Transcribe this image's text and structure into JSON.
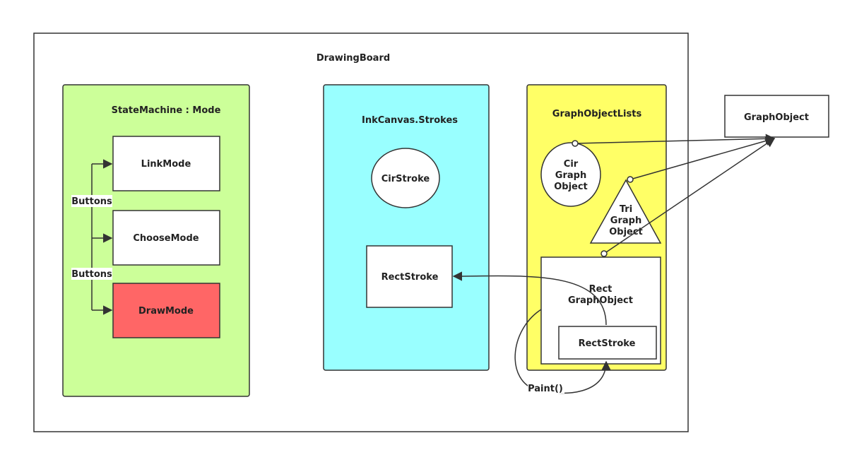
{
  "board": {
    "title": "DrawingBoard"
  },
  "state_machine": {
    "title": "StateMachine : Mode",
    "modes": [
      "LinkMode",
      "ChooseMode",
      "DrawMode"
    ],
    "buttons_label_1": "Buttons",
    "buttons_label_2": "Buttons"
  },
  "ink_canvas": {
    "title": "InkCanvas.Strokes",
    "cir_stroke": "CirStroke",
    "rect_stroke": "RectStroke"
  },
  "graph_lists": {
    "title": "GraphObjectLists",
    "cir_object": [
      "Cir",
      "Graph",
      "Object"
    ],
    "tri_object": [
      "Tri",
      "Graph",
      "Object"
    ],
    "rect_object": [
      "Rect",
      "GraphObject"
    ],
    "inner_rect_stroke": "RectStroke",
    "paint_label": "Paint()"
  },
  "graph_object": {
    "label": "GraphObject"
  },
  "colors": {
    "state_machine_fill": "#ccff99",
    "ink_canvas_fill": "#99ffff",
    "graph_lists_fill": "#ffff66",
    "draw_mode_fill": "#ff6666",
    "stroke": "#333333"
  }
}
